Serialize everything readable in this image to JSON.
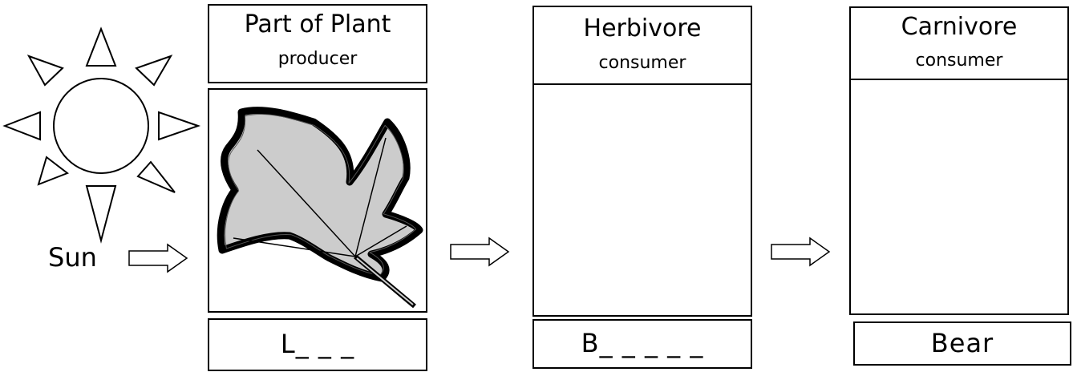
{
  "sun": {
    "label": "Sun"
  },
  "columns": [
    {
      "title": "Part of Plant",
      "role": "producer",
      "answer": "L_ _ _"
    },
    {
      "title": "Herbivore",
      "role": "consumer",
      "answer": "B_ _ _ _ _"
    },
    {
      "title": "Carnivore",
      "role": "consumer",
      "answer": "Bear"
    }
  ],
  "icons": {
    "sun": "sun-icon",
    "arrow": "right-arrow-icon",
    "leaf": "leaf-icon"
  },
  "colors": {
    "leaf_fill": "#cccccc",
    "outline": "#000000"
  }
}
